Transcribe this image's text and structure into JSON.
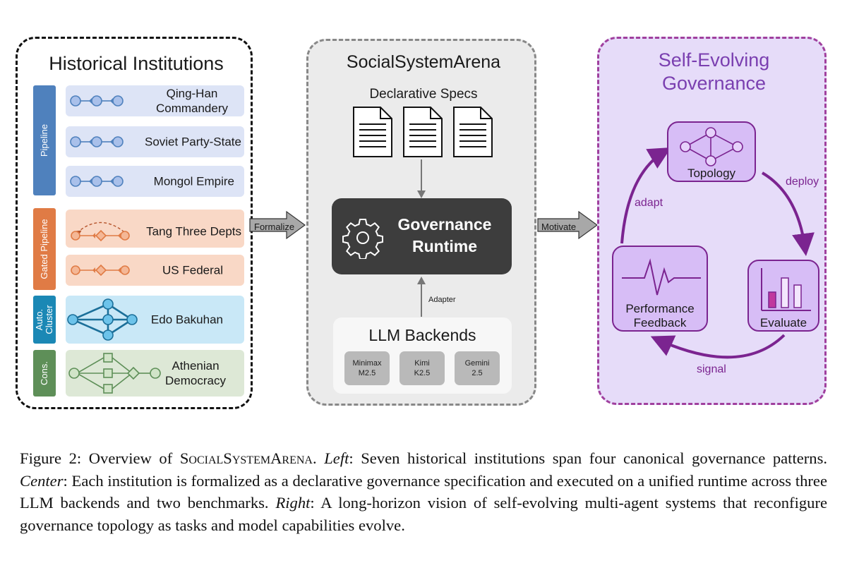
{
  "left": {
    "title": "Historical Institutions",
    "groups": [
      {
        "label": "Pipeline",
        "color": "#4f81bd"
      },
      {
        "label": "Gated Pipeline",
        "color": "#e07b45"
      },
      {
        "label": "Auto. Cluster",
        "color": "#1b88b5"
      },
      {
        "label": "Cons.",
        "color": "#5e8f58"
      }
    ],
    "rows": [
      {
        "label": "Qing-Han Commandery",
        "bg": "#dde4f6"
      },
      {
        "label": "Soviet Party-State",
        "bg": "#dde4f6"
      },
      {
        "label": "Mongol Empire",
        "bg": "#dde4f6"
      },
      {
        "label": "Tang Three Depts",
        "bg": "#f9d8c6"
      },
      {
        "label": "US Federal",
        "bg": "#f9d8c6"
      },
      {
        "label": "Edo Bakuhan",
        "bg": "#c9e8f7"
      },
      {
        "label": "Athenian Democracy",
        "bg": "#dde8d6"
      }
    ]
  },
  "arrows": {
    "formalize": "Formalize",
    "motivate": "Motivate"
  },
  "center": {
    "title": "SocialSystemArena",
    "specs_label": "Declarative Specs",
    "runtime_label": "Governance Runtime",
    "adapter_label": "Adapter",
    "backends_label": "LLM Backends",
    "backends": [
      {
        "name": "Minimax M2.5"
      },
      {
        "name": "Kimi K2.5"
      },
      {
        "name": "Gemini 2.5"
      }
    ]
  },
  "right": {
    "title": "Self-Evolving Governance",
    "nodes": {
      "topology": "Topology",
      "evaluate": "Evaluate",
      "feedback": "Performance Feedback"
    },
    "edges": {
      "deploy": "deploy",
      "signal": "signal",
      "adapt": "adapt"
    }
  },
  "caption": {
    "prefix": "Figure 2: Overview of ",
    "name": "SocialSystemArena",
    "after_name": ". ",
    "left_label": "Left",
    "left_text": ": Seven historical institutions span four canonical governance patterns. ",
    "center_label": "Center",
    "center_text": ": Each institution is formalized as a declarative governance specification and executed on a unified runtime across three LLM backends and two benchmarks. ",
    "right_label": "Right",
    "right_text": ": A long-horizon vision of self-evolving multi-agent systems that reconfigure governance topology as tasks and model capabilities evolve."
  },
  "colors": {
    "pipeline": "#4f81bd",
    "gated": "#e07b45",
    "cluster": "#1b88b5",
    "consensus": "#5e8f58",
    "purple": "#7b2490"
  }
}
